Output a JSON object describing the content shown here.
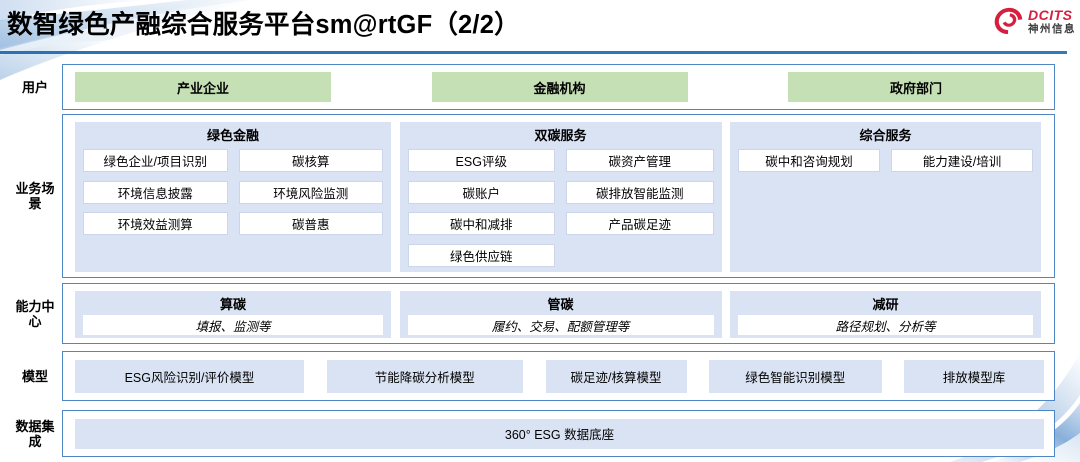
{
  "title": "数智绿色产融综合服务平台sm@rtGF（2/2）",
  "logo": {
    "brand": "DCITS",
    "brand_cn": "神州信息"
  },
  "colors": {
    "outer_border": "#4e87c3",
    "title_rule": "#2b78b9",
    "panel_blue": "#dae3f3",
    "user_green": "#c5e0b4",
    "logo_red": "#d81e3f"
  },
  "rows": {
    "users": {
      "label": "用户",
      "items": [
        "产业企业",
        "金融机构",
        "政府部门"
      ]
    },
    "scenes": {
      "label": "业务场景",
      "panels": [
        {
          "title": "绿色金融",
          "items": [
            "绿色企业/项目识别",
            "碳核算",
            "环境信息披露",
            "环境风险监测",
            "环境效益测算",
            "碳普惠"
          ]
        },
        {
          "title": "双碳服务",
          "items": [
            "ESG评级",
            "碳资产管理",
            "碳账户",
            "碳排放智能监测",
            "碳中和减排",
            "产品碳足迹",
            "绿色供应链"
          ]
        },
        {
          "title": "综合服务",
          "items": [
            "碳中和咨询规划",
            "能力建设/培训"
          ]
        }
      ]
    },
    "capabilities": {
      "label": "能力中心",
      "panels": [
        {
          "title": "算碳",
          "desc": "填报、监测等"
        },
        {
          "title": "管碳",
          "desc": "履约、交易、配额管理等"
        },
        {
          "title": "减研",
          "desc": "路径规划、分析等"
        }
      ]
    },
    "models": {
      "label": "模型",
      "items": [
        "ESG风险识别/评价模型",
        "节能降碳分析模型",
        "碳足迹/核算模型",
        "绿色智能识别模型",
        "排放模型库"
      ]
    },
    "data": {
      "label": "数据集成",
      "items": [
        "360° ESG 数据底座"
      ]
    }
  }
}
